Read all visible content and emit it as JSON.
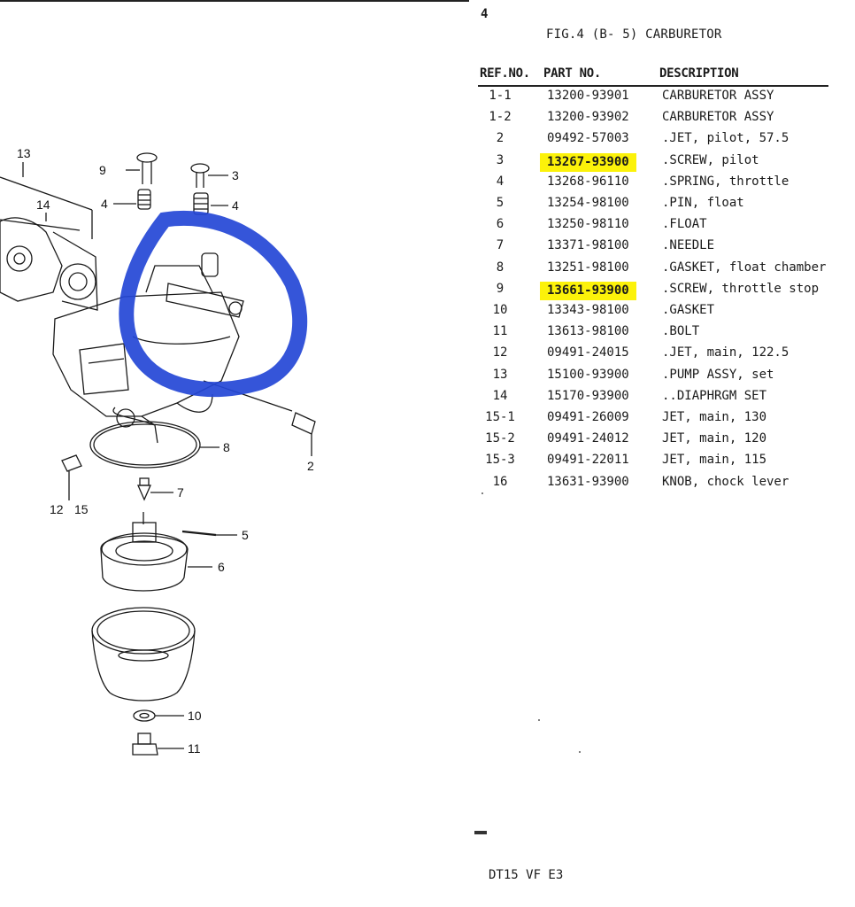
{
  "page_number": "4",
  "figure_title": "FIG.4  (B- 5) CARBURETOR",
  "table": {
    "headers": {
      "ref": "REF.NO.",
      "part": "PART NO.",
      "desc": "DESCRIPTION"
    },
    "rows": [
      {
        "ref": "1-1",
        "part": "13200-93901",
        "desc": "CARBURETOR ASSY"
      },
      {
        "ref": "1-2",
        "part": "13200-93902",
        "desc": "CARBURETOR ASSY"
      },
      {
        "ref": "2",
        "part": "09492-57003",
        "desc": ".JET, pilot, 57.5"
      },
      {
        "ref": "3",
        "part": "13267-93900",
        "desc": ".SCREW, pilot",
        "highlight": true
      },
      {
        "ref": "4",
        "part": "13268-96110",
        "desc": ".SPRING, throttle"
      },
      {
        "ref": "5",
        "part": "13254-98100",
        "desc": ".PIN, float"
      },
      {
        "ref": "6",
        "part": "13250-98110",
        "desc": ".FLOAT"
      },
      {
        "ref": "7",
        "part": "13371-98100",
        "desc": ".NEEDLE"
      },
      {
        "ref": "8",
        "part": "13251-98100",
        "desc": ".GASKET, float chamber"
      },
      {
        "ref": "9",
        "part": "13661-93900",
        "desc": ".SCREW, throttle stop",
        "highlight": true
      },
      {
        "ref": "10",
        "part": "13343-98100",
        "desc": ".GASKET"
      },
      {
        "ref": "11",
        "part": "13613-98100",
        "desc": ".BOLT"
      },
      {
        "ref": "12",
        "part": "09491-24015",
        "desc": ".JET, main, 122.5"
      },
      {
        "ref": "13",
        "part": "15100-93900",
        "desc": ".PUMP ASSY, set"
      },
      {
        "ref": "14",
        "part": "15170-93900",
        "desc": "..DIAPHRGM SET"
      },
      {
        "ref": "15-1",
        "part": "09491-26009",
        "desc": "JET, main, 130"
      },
      {
        "ref": "15-2",
        "part": "09491-24012",
        "desc": "JET, main, 120"
      },
      {
        "ref": "15-3",
        "part": "09491-22011",
        "desc": "JET, main, 115"
      },
      {
        "ref": "16",
        "part": "13631-93900",
        "desc": "KNOB, chock lever"
      }
    ]
  },
  "diagram_callouts": [
    "13",
    "14",
    "9",
    "4",
    "3",
    "4",
    "2",
    "8",
    "7",
    "5",
    "6",
    "10",
    "11",
    "12",
    "15"
  ],
  "highlight_color": "#fcf20a",
  "circle_annotation_color": "#2447d6",
  "footer": "DT15 VF E3"
}
